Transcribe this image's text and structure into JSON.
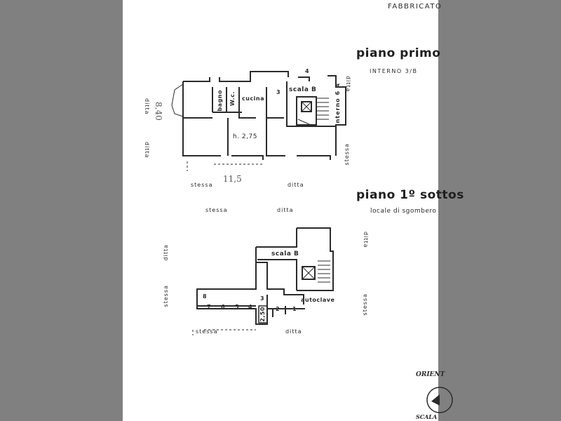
{
  "header": {
    "building": "FABBRICATO"
  },
  "floor1": {
    "title": "piano primo",
    "unit": "INTERNO 3/B",
    "rooms": {
      "bagno": "bagno",
      "wc": "W.c.",
      "cucina": "cucina",
      "scala": "scala B"
    },
    "height": "h. 2,75",
    "numbers": {
      "n3": "3",
      "n4": "4"
    },
    "interno": "interno 6 A",
    "neighbors": {
      "ditta_left": "ditta",
      "ditta_right": "ditta",
      "stessa_right": "stessa",
      "stessa_bottom": "stessa",
      "ditta_bottom": "ditta",
      "ditta_left2": "ditta"
    },
    "handwriting": {
      "hw1": "8,40",
      "hw2": "11,5"
    }
  },
  "floor2": {
    "title": "piano 1º sottos",
    "subtitle": "locale di sgombero",
    "neighbors_top": {
      "stessa": "stessa",
      "ditta": "ditta"
    },
    "rooms": {
      "scala": "scala B",
      "autoclave": "autoclave",
      "dim": "2,50"
    },
    "cellars": [
      "8",
      "7",
      "6",
      "5",
      "4",
      "3",
      "2",
      "1"
    ],
    "neighbors": {
      "ditta_left": "ditta",
      "stessa_left": "stessa",
      "ditta_right": "ditta",
      "stessa_right": "stessa",
      "stessa_bottom": "stessa",
      "ditta_bottom": "ditta"
    }
  },
  "footer": {
    "orient": "ORIENT",
    "scale": "SCALA"
  }
}
